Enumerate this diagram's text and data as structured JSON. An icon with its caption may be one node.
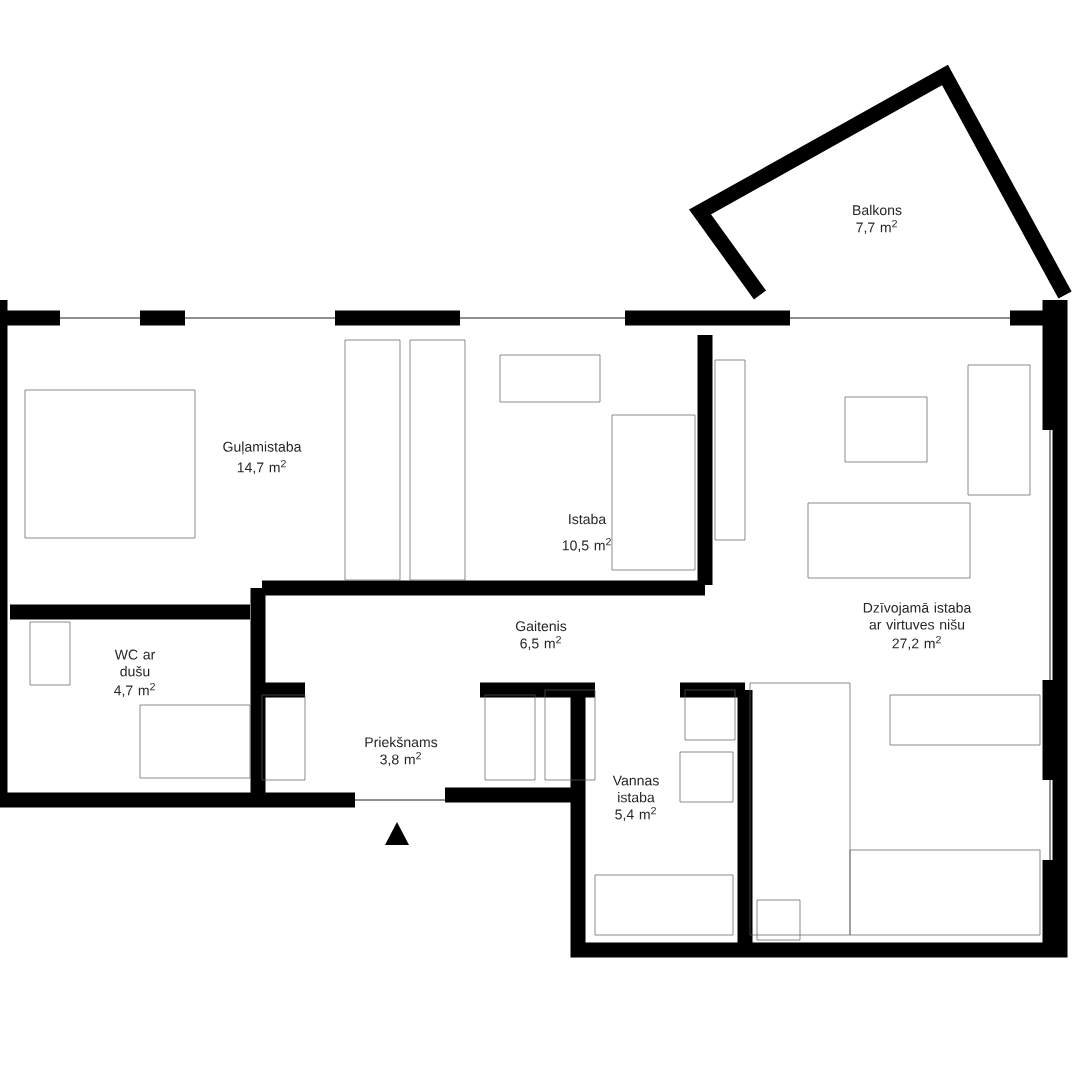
{
  "diagram": {
    "labels": [
      "Balkons",
      "7,7 m$^{2}$",
      "Guļamistaba",
      "14,7 m$^{2}$",
      "Istaba",
      "10,5 m$^{2}$",
      "Dzīvojamā istaba ar virtuves nišu",
      "27,2 m$^{2}$",
      "Gaitenis",
      "6,5 m$^{2}$",
      "WC ar dušu",
      "4,7 m$^{2}$",
      "Priekšnams",
      "3,8 m$^{2}$",
      "Vannas istaba",
      "5,4 m$^{2}$"
    ]
  }
}
